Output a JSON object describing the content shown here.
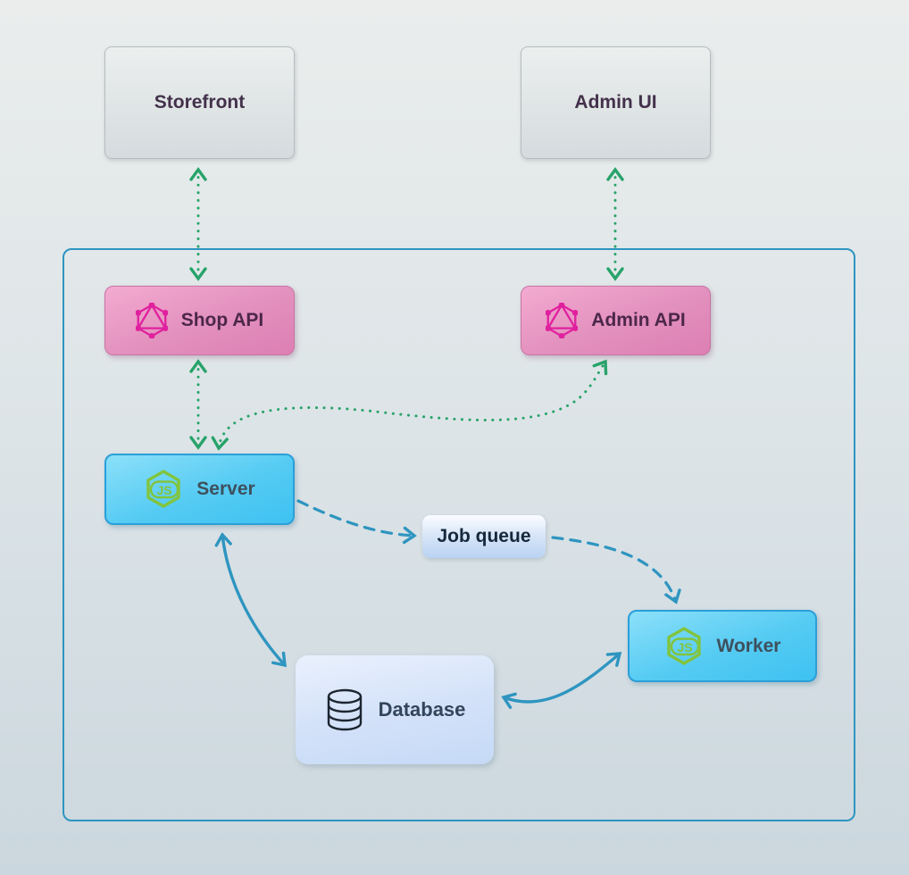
{
  "diagram": {
    "nodes": {
      "storefront": {
        "label": "Storefront"
      },
      "admin_ui": {
        "label": "Admin UI"
      },
      "shop_api": {
        "label": "Shop API",
        "icon": "graphql-icon"
      },
      "admin_api": {
        "label": "Admin API",
        "icon": "graphql-icon"
      },
      "server": {
        "label": "Server",
        "icon": "nodejs-icon"
      },
      "job_queue": {
        "label": "Job queue"
      },
      "worker": {
        "label": "Worker",
        "icon": "nodejs-icon"
      },
      "database": {
        "label": "Database",
        "icon": "database-icon"
      }
    },
    "edges": [
      {
        "from": "Storefront",
        "to": "Shop API",
        "style": "dotted",
        "direction": "both",
        "color": "#27a36a"
      },
      {
        "from": "Admin UI",
        "to": "Admin API",
        "style": "dotted",
        "direction": "both",
        "color": "#27a36a"
      },
      {
        "from": "Shop API",
        "to": "Server",
        "style": "dotted",
        "direction": "both",
        "color": "#27a36a"
      },
      {
        "from": "Server",
        "to": "Admin API",
        "style": "dotted",
        "direction": "both",
        "color": "#27a36a"
      },
      {
        "from": "Server",
        "to": "Job queue",
        "style": "dashed",
        "direction": "forward",
        "color": "#2e95c0"
      },
      {
        "from": "Job queue",
        "to": "Worker",
        "style": "dashed",
        "direction": "forward",
        "color": "#2e95c0"
      },
      {
        "from": "Server",
        "to": "Database",
        "style": "solid",
        "direction": "both",
        "color": "#2e95c0"
      },
      {
        "from": "Worker",
        "to": "Database",
        "style": "solid",
        "direction": "both",
        "color": "#2e95c0"
      }
    ],
    "colors": {
      "arrow_green": "#27a36a",
      "arrow_blue": "#2e95c0",
      "container_border": "#2e95c0",
      "graphql_pink": "#e0219e",
      "nodejs_green": "#82c43c"
    }
  }
}
